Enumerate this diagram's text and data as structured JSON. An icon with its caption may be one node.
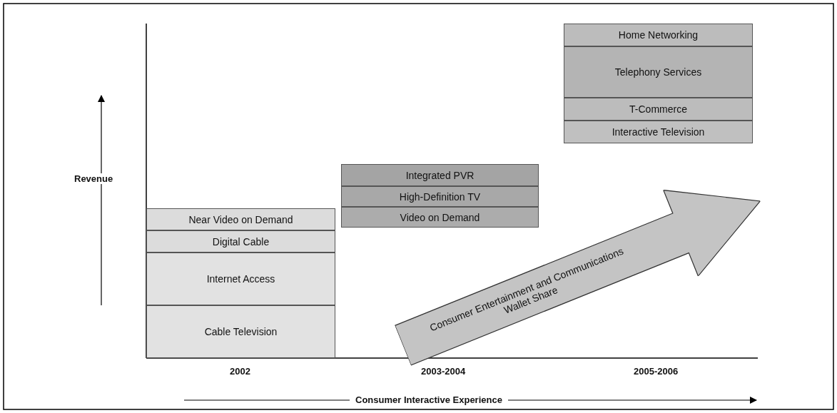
{
  "diagram": {
    "nodes": [
      {
        "text": [
          "Near Video on Demand"
        ]
      },
      {
        "text": [
          "Digital Cable"
        ]
      },
      {
        "text": [
          "Internet Access"
        ]
      },
      {
        "text": [
          "Cable Television"
        ]
      },
      {
        "text": [
          "Integrated PVR"
        ]
      },
      {
        "text": [
          "High-Definition TV"
        ]
      },
      {
        "text": [
          "Video on Demand"
        ]
      },
      {
        "text": [
          "Home Networking"
        ]
      },
      {
        "text": [
          "Telephony Services"
        ]
      },
      {
        "text": [
          "T-Commerce"
        ]
      },
      {
        "text": [
          "Interactive Television"
        ]
      },
      {
        "text": [
          "Consumer Entertainment and Communications Wallet Share"
        ]
      }
    ],
    "labels": [
      "Revenue",
      "2002",
      "2003-2004",
      "2005-2006",
      "Consumer Interactive Experience"
    ]
  }
}
